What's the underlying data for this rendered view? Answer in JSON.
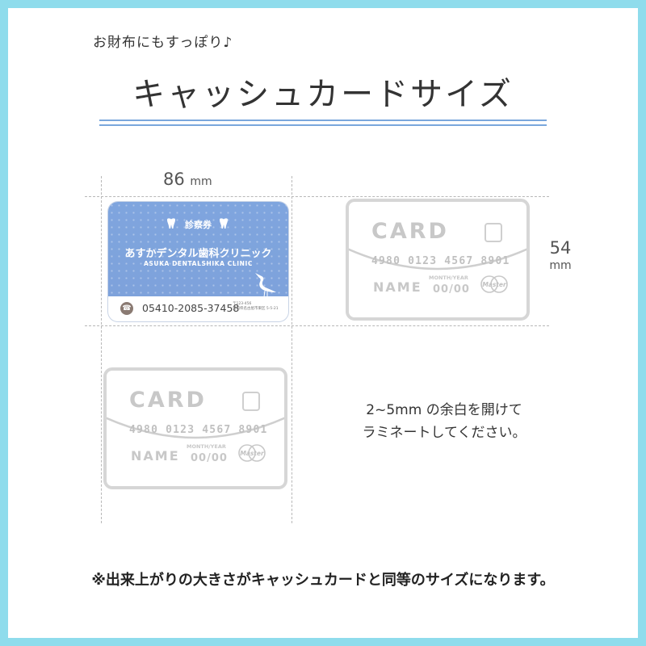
{
  "header": {
    "subtitle": "お財布にもすっぽり♪",
    "title": "キャッシュカードサイズ"
  },
  "dimensions": {
    "width_value": "86",
    "width_unit": "mm",
    "height_value": "54",
    "height_unit": "mm"
  },
  "sample_card": {
    "tag": "診察券",
    "clinic_name": "あすかデンタル歯科クリニック",
    "clinic_roman": "ASUKA DENTALSHIKA CLINIC",
    "phone": "05410-2085-37458",
    "address_line1": "〒123-456",
    "address_line2": "愛知県名古屋市東区 5-5-21"
  },
  "template_card": {
    "label": "CARD",
    "number": "4980 0123 4567 8901",
    "name": "NAME",
    "expiry_label": "MONTH/YEAR",
    "expiry": "00/00",
    "brand": "Master"
  },
  "note": {
    "line1": "2~5mm の余白を開けて",
    "line2": "ラミネートしてください。"
  },
  "footer": "※出来上がりの大きさがキャッシュカードと同等のサイズになります。",
  "colors": {
    "border": "#8fdcec",
    "accent_rule": "#7aa7dc",
    "card_blue": "#7fa5de",
    "outline_grey": "#d6d6d6"
  }
}
